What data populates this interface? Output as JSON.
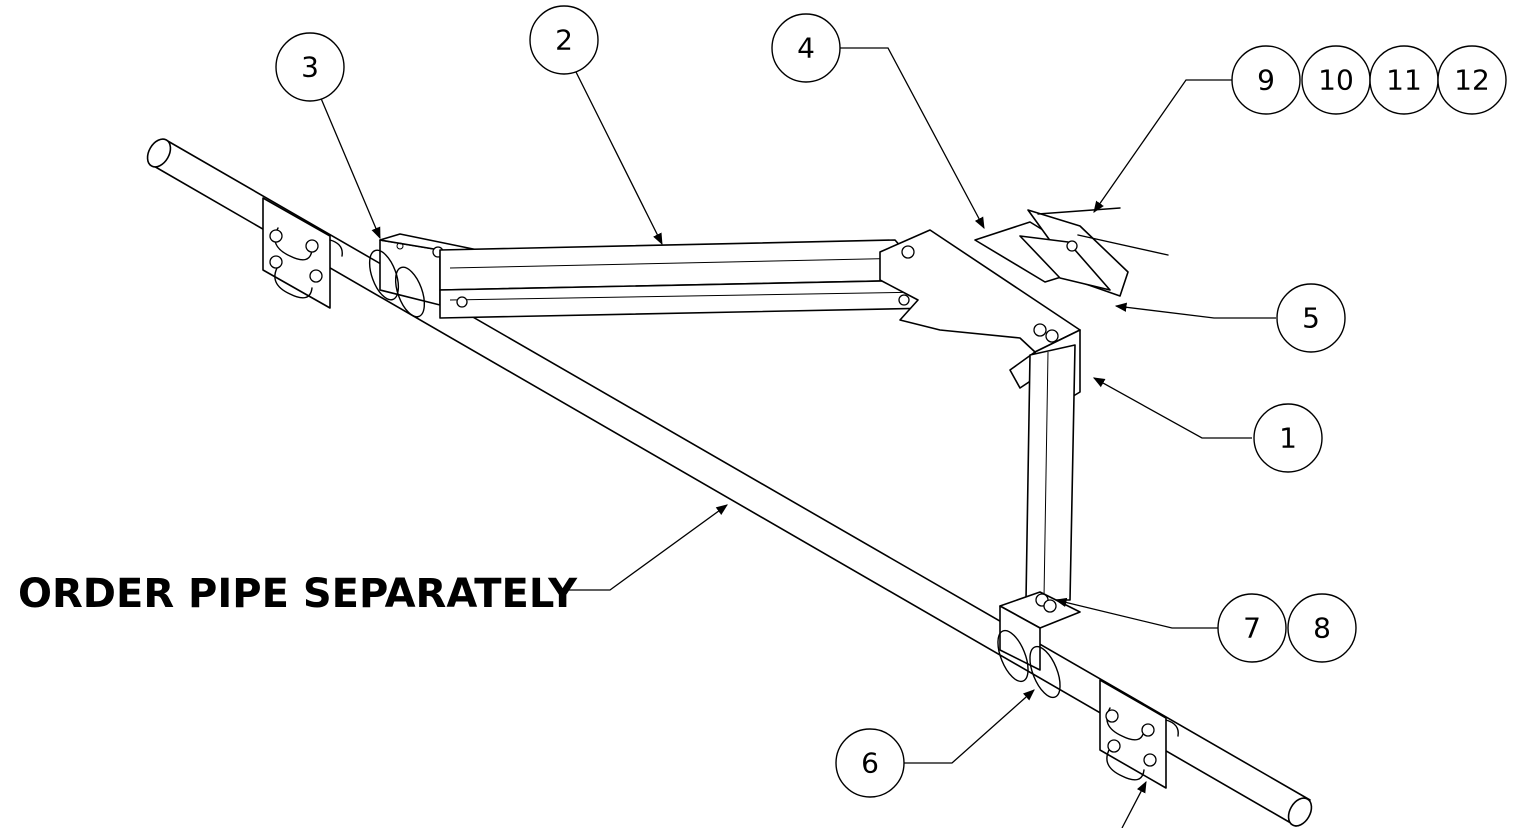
{
  "note": {
    "text": "ORDER PIPE SEPARATELY"
  },
  "balloons": [
    {
      "id": "b1",
      "label": "1"
    },
    {
      "id": "b2",
      "label": "2"
    },
    {
      "id": "b3",
      "label": "3"
    },
    {
      "id": "b4",
      "label": "4"
    },
    {
      "id": "b5",
      "label": "5"
    },
    {
      "id": "b6",
      "label": "6"
    },
    {
      "id": "b7",
      "label": "7"
    },
    {
      "id": "b8",
      "label": "8"
    },
    {
      "id": "b9",
      "label": "9"
    },
    {
      "id": "b10",
      "label": "10"
    },
    {
      "id": "b11",
      "label": "11"
    },
    {
      "id": "b12",
      "label": "12"
    }
  ]
}
